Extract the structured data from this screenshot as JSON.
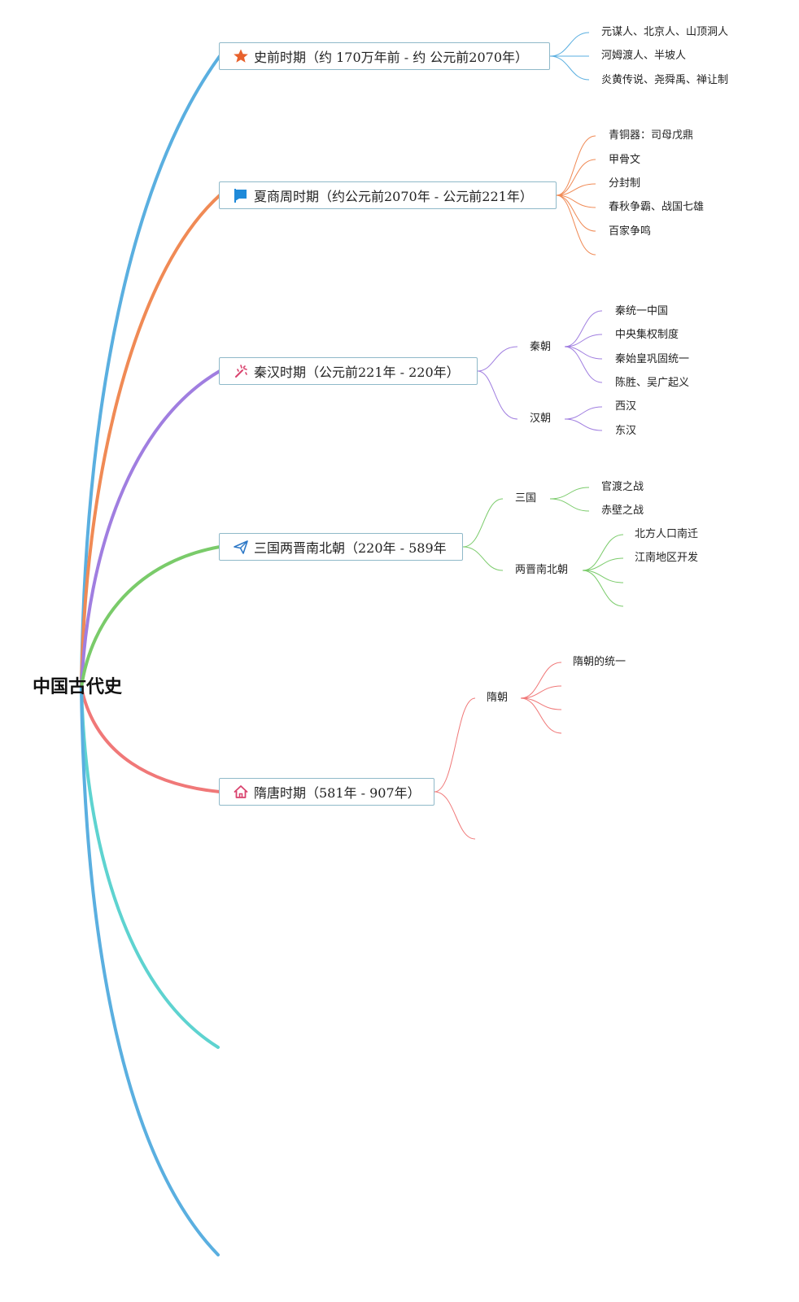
{
  "root": {
    "label": "中国古代史"
  },
  "colors": {
    "prehistory": "#5aafe0",
    "xia_shang_zhou": "#f08a55",
    "qin_han": "#a07ee0",
    "three_kingdoms": "#7acb6a",
    "sui_tang": "#f07878",
    "branch6": "#5ed3d0",
    "branch7": "#5aafe0",
    "topic_border": "#8fb9c9"
  },
  "topics": {
    "prehistory": {
      "label": "史前时期（约 170万年前 - 约 公元前2070年）",
      "icon": "star-icon",
      "children": [
        "元谋人、北京人、山顶洞人",
        "河姆渡人、半坡人",
        "炎黄传说、尧舜禹、禅让制"
      ]
    },
    "xia_shang_zhou": {
      "label": "夏商周时期（约公元前2070年 - 公元前221年）",
      "icon": "flag-icon",
      "children": [
        "青铜器：司母戊鼎",
        "甲骨文",
        "分封制",
        "春秋争霸、战国七雄",
        "百家争鸣"
      ]
    },
    "qin_han": {
      "label": "秦汉时期（公元前221年 - 220年）",
      "icon": "magic-wand-icon",
      "subtopics": [
        {
          "label": "秦朝",
          "children": [
            "秦统一中国",
            "中央集权制度",
            "秦始皇巩固统一",
            "陈胜、吴广起义"
          ]
        },
        {
          "label": "汉朝",
          "children": [
            "西汉",
            "东汉"
          ]
        }
      ]
    },
    "three_kingdoms": {
      "label": "三国两晋南北朝（220年 - 589年",
      "icon": "paper-plane-icon",
      "subtopics": [
        {
          "label": "三国",
          "children": [
            "官渡之战",
            "赤壁之战"
          ]
        },
        {
          "label": "两晋南北朝",
          "children": [
            "北方人口南迁",
            "江南地区开发"
          ]
        }
      ]
    },
    "sui_tang": {
      "label": "隋唐时期（581年 - 907年）",
      "icon": "home-icon",
      "subtopics": [
        {
          "label": "隋朝",
          "children": [
            "隋朝的统一"
          ]
        }
      ]
    }
  }
}
